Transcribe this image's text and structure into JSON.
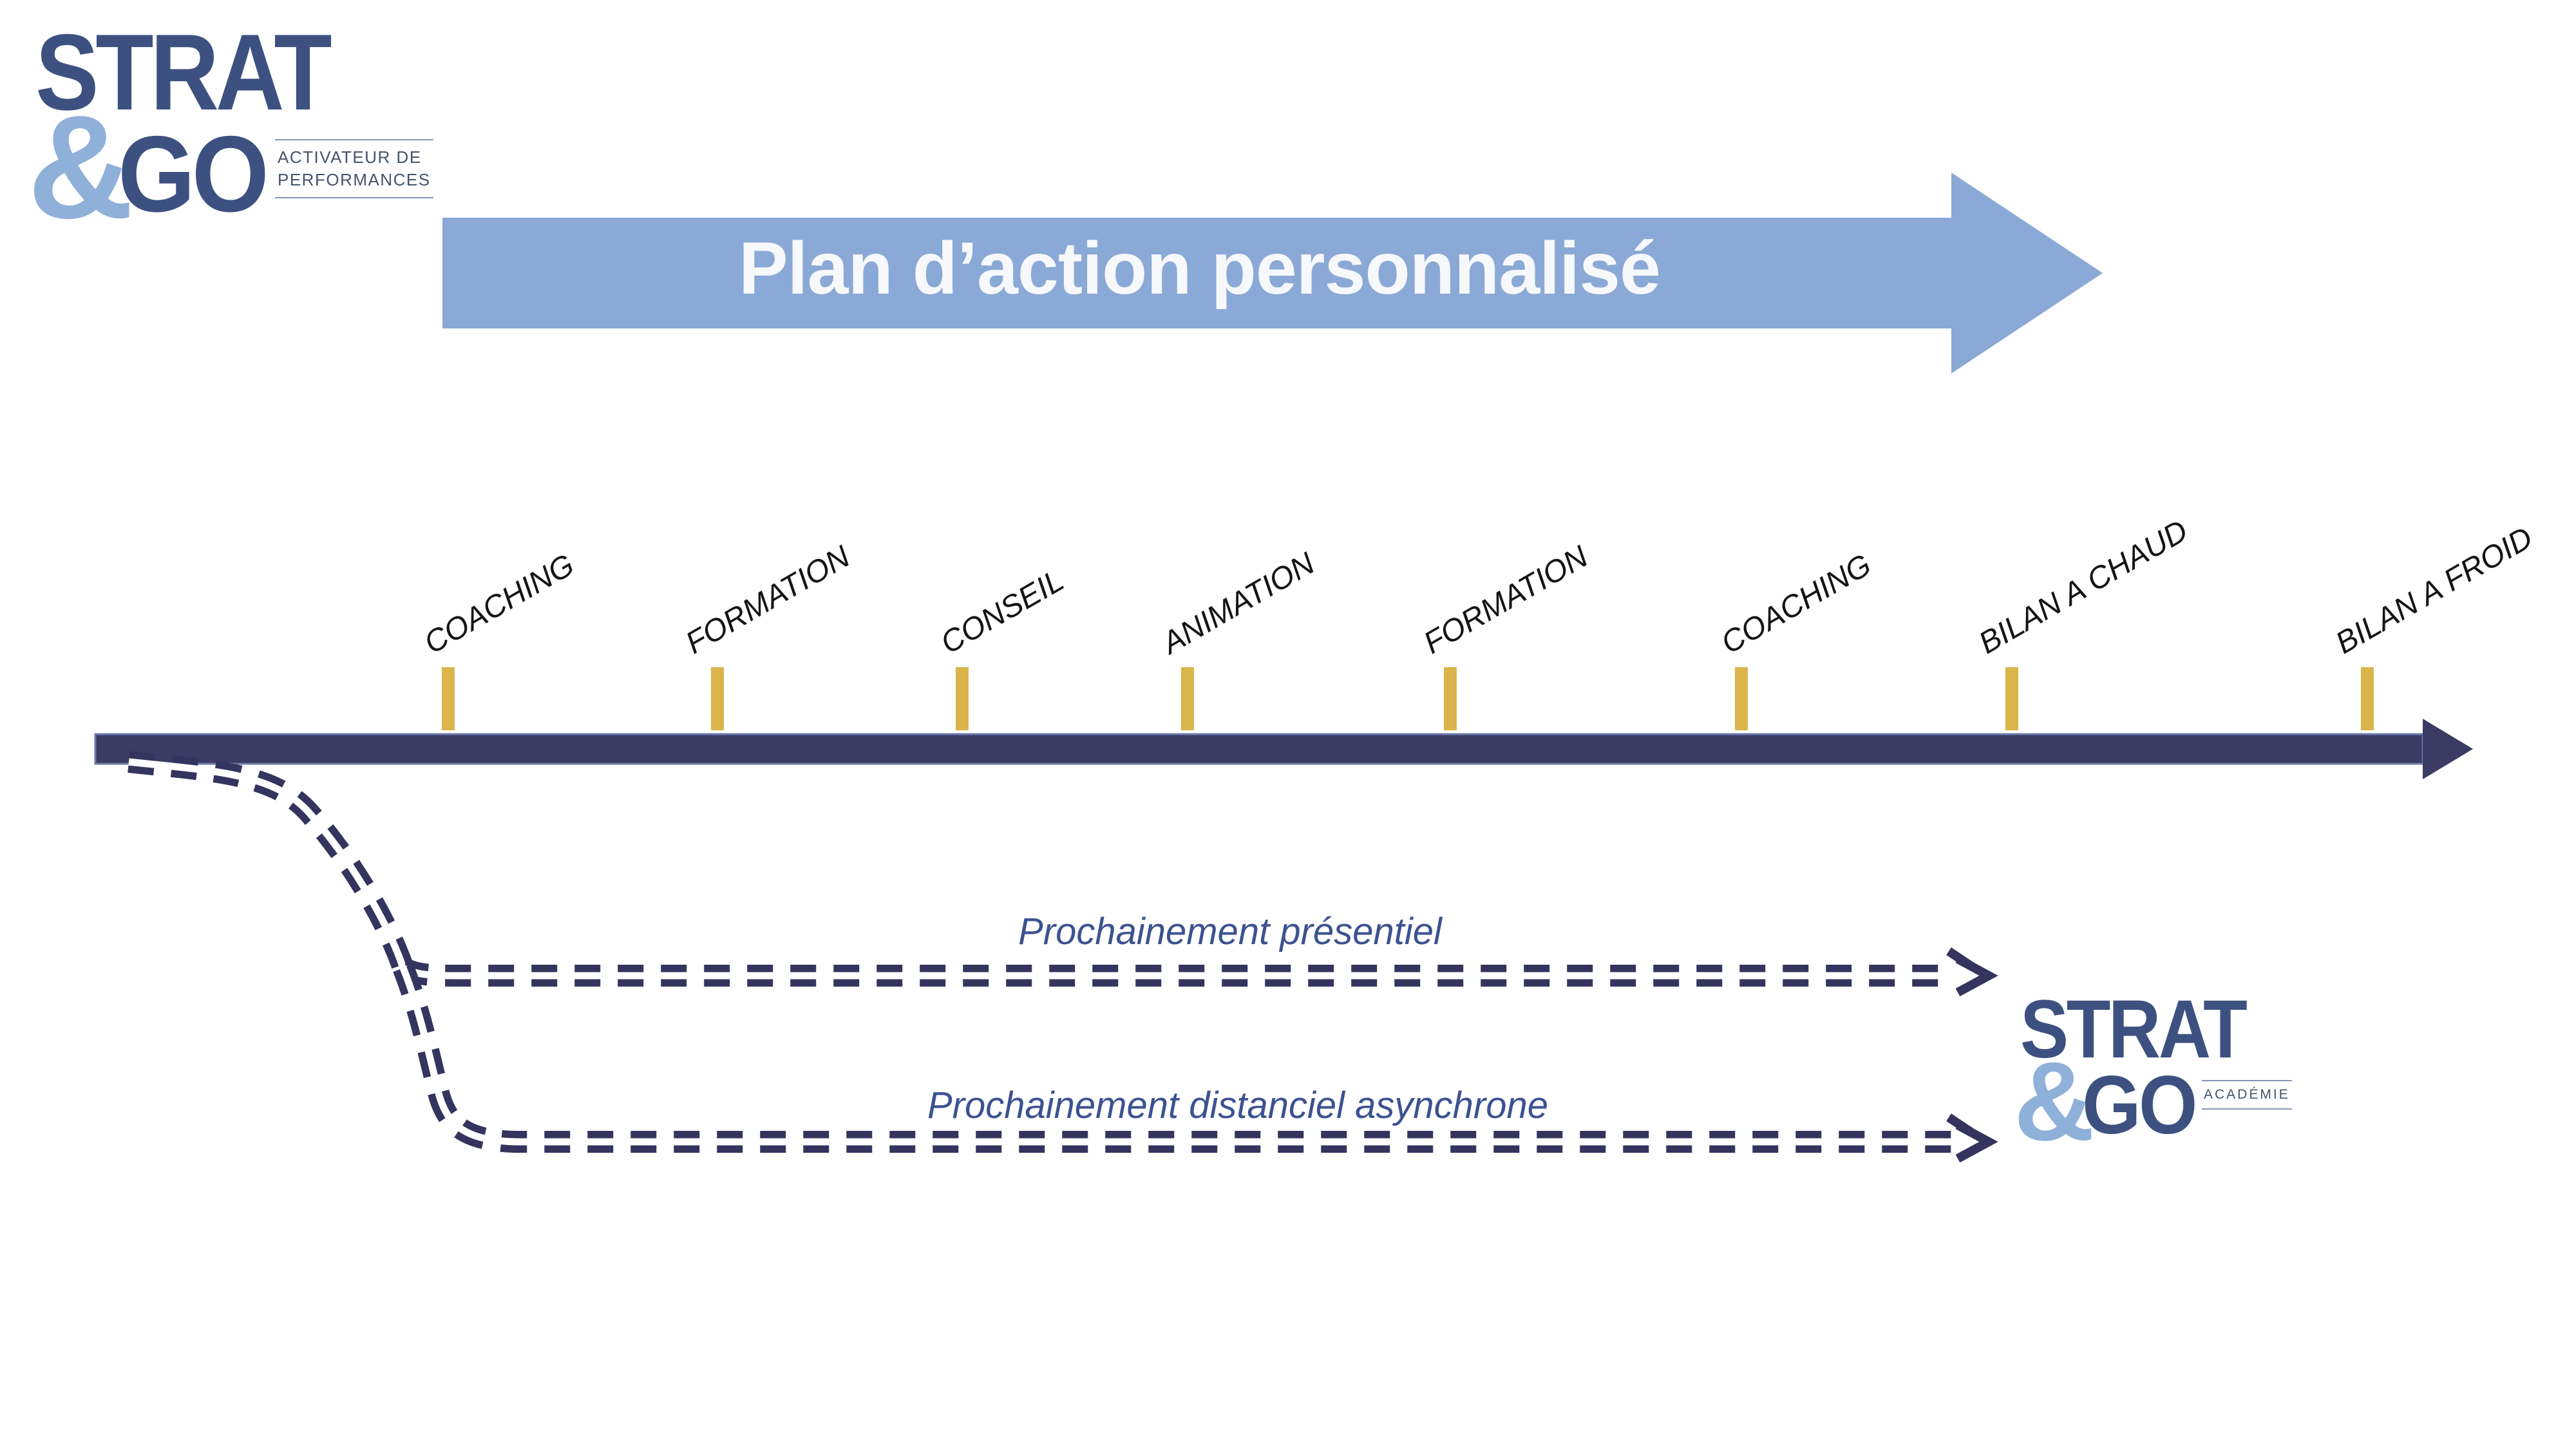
{
  "page": {
    "background": "#ffffff"
  },
  "logo_top_left": {
    "word1": "STRAT",
    "amp": "&",
    "word2": "GO",
    "tagline_line1": "ACTIVATEUR DE",
    "tagline_line2": "PERFORMANCES"
  },
  "banner": {
    "title": "Plan d’action personnalisé",
    "fill_color": "#8aa9d6",
    "text_color": "#f6f8fb"
  },
  "timeline": {
    "bar_color": "#3b3b63",
    "tick_color": "#d9b54b",
    "milestones": [
      {
        "label": "COACHING"
      },
      {
        "label": "FORMATION"
      },
      {
        "label": "CONSEIL"
      },
      {
        "label": "ANIMATION"
      },
      {
        "label": "FORMATION"
      },
      {
        "label": "COACHING"
      },
      {
        "label": "BILAN A CHAUD"
      },
      {
        "label": "BILAN A FROID"
      }
    ]
  },
  "flows": [
    {
      "label": "Prochainement présentiel"
    },
    {
      "label": "Prochainement distanciel asynchrone"
    }
  ],
  "logo_bottom_right": {
    "word1": "STRAT",
    "amp": "&",
    "word2": "GO",
    "tagline": "ACADÉMIE"
  },
  "colors": {
    "navy": "#3b3b63",
    "dash_navy": "#34345e",
    "gold": "#d9b54b",
    "banner_blue": "#8aa9d6",
    "logo_dark_blue": "#3d5181",
    "logo_light_blue": "#8fb0d9",
    "flow_text_blue": "#3c5290"
  }
}
